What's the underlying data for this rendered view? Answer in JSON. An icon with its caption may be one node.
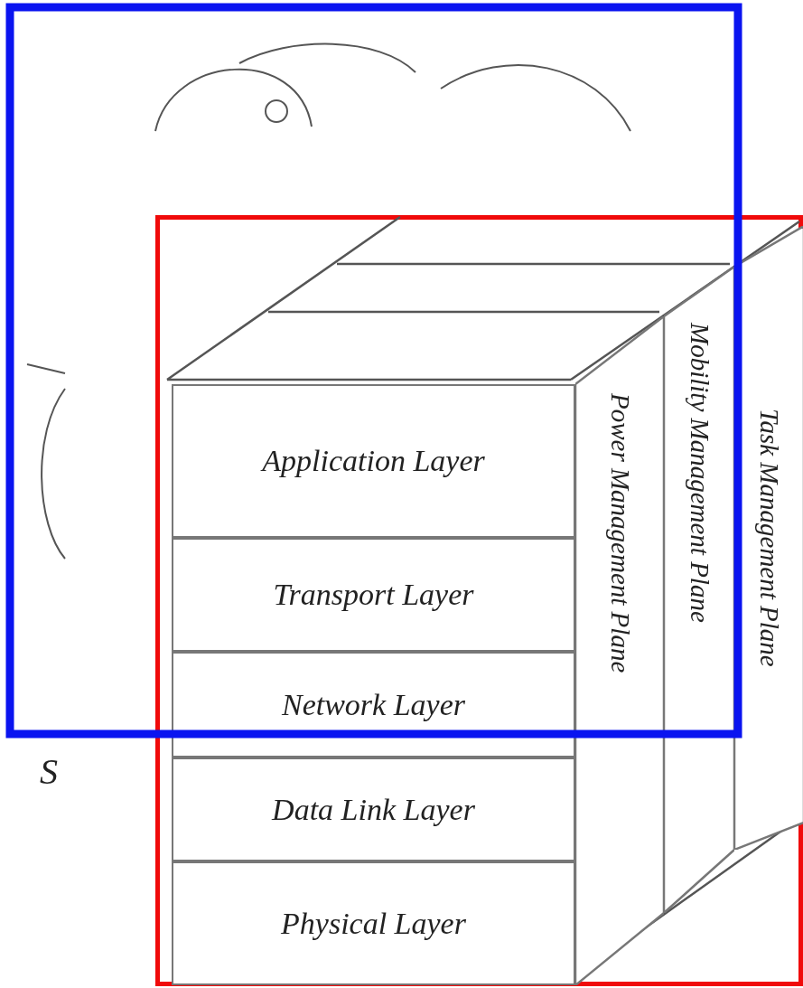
{
  "diagram": {
    "nodes": [
      {
        "text": [],
        "shape": "box"
      },
      {
        "text": [
          "Application Layer"
        ],
        "in": 0
      },
      {
        "text": [
          "Transport Layer"
        ],
        "in": 0
      },
      {
        "text": [
          "Network Layer"
        ],
        "in": 0
      },
      {
        "text": [
          "Data Link Layer"
        ],
        "in": 0
      },
      {
        "text": [
          "Physical Layer"
        ],
        "in": 0
      },
      {
        "text": [
          "Power Management Plane"
        ],
        "in": 0
      },
      {
        "text": [
          "Mobility Management Plane"
        ],
        "in": 0
      },
      {
        "text": [
          "Task Management Plane"
        ],
        "in": 0
      }
    ],
    "edges": [],
    "labels": [
      "S"
    ]
  }
}
